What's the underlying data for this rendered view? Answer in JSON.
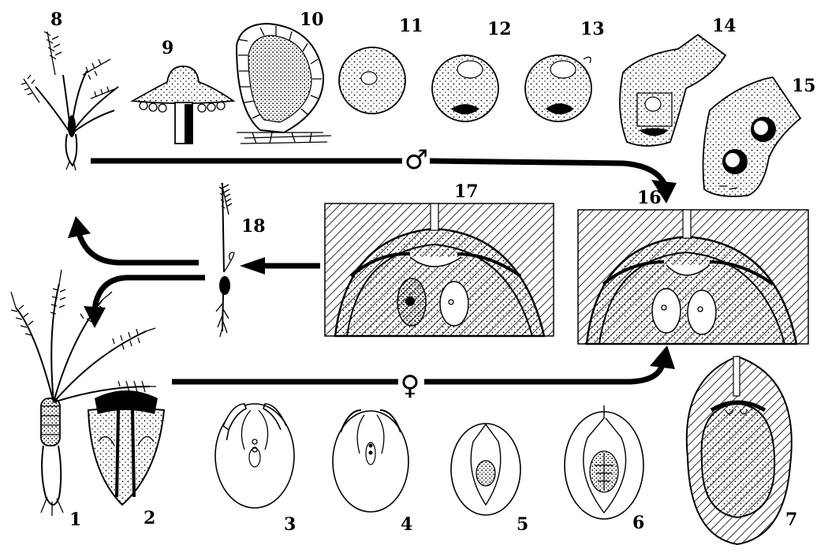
{
  "figure": {
    "stage_labels": [
      "1",
      "2",
      "3",
      "4",
      "5",
      "6",
      "7",
      "8",
      "9",
      "10",
      "11",
      "12",
      "13",
      "14",
      "15",
      "16",
      "17",
      "18"
    ],
    "male_symbol": "♂",
    "female_symbol": "♀"
  },
  "colors": {
    "ink": "#000000",
    "paper": "#ffffff"
  }
}
